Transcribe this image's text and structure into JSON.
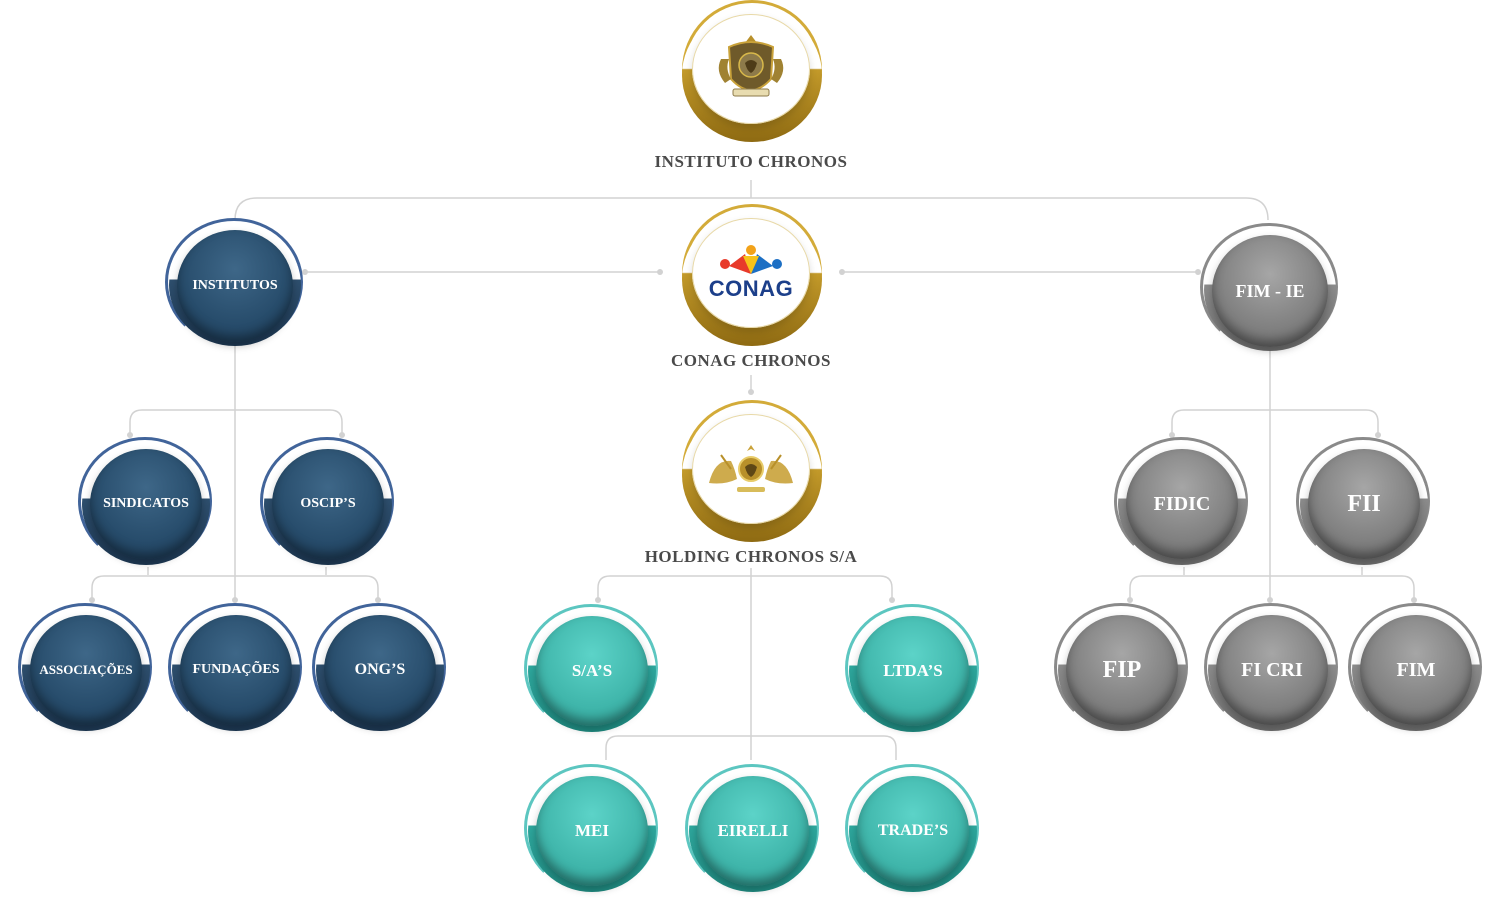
{
  "top": {
    "label": "INSTITUTO CHRONOS",
    "logo": "crest-lion-emblem"
  },
  "center": {
    "label": "CONAG CHRONOS",
    "logo_text": "CONAG",
    "logo": "conag-people-logo"
  },
  "holding": {
    "label": "HOLDING CHRONOS S/A",
    "logo": "crest-lions-emblem"
  },
  "left": {
    "root": "INSTITUTOS",
    "level1": [
      "SINDICATOS",
      "OSCIP’S"
    ],
    "level2": [
      "ASSOCIAÇÕES",
      "FUNDAÇÕES",
      "ONG’S"
    ]
  },
  "middle": {
    "level1": [
      "S/A’S",
      "LTDA’S"
    ],
    "level2": [
      "MEI",
      "EIRELLI",
      "TRADE’S"
    ]
  },
  "right": {
    "root": "FIM - IE",
    "level1": [
      "FIDIC",
      "FII"
    ],
    "level2": [
      "FIP",
      "FI CRI",
      "FIM"
    ]
  },
  "colors": {
    "blue": "#274c6b",
    "teal": "#3fb5aa",
    "grey": "#7f7f7f",
    "gold": "#c39a2a",
    "connector": "#cfcfcf",
    "caption": "#4a4a4a"
  }
}
